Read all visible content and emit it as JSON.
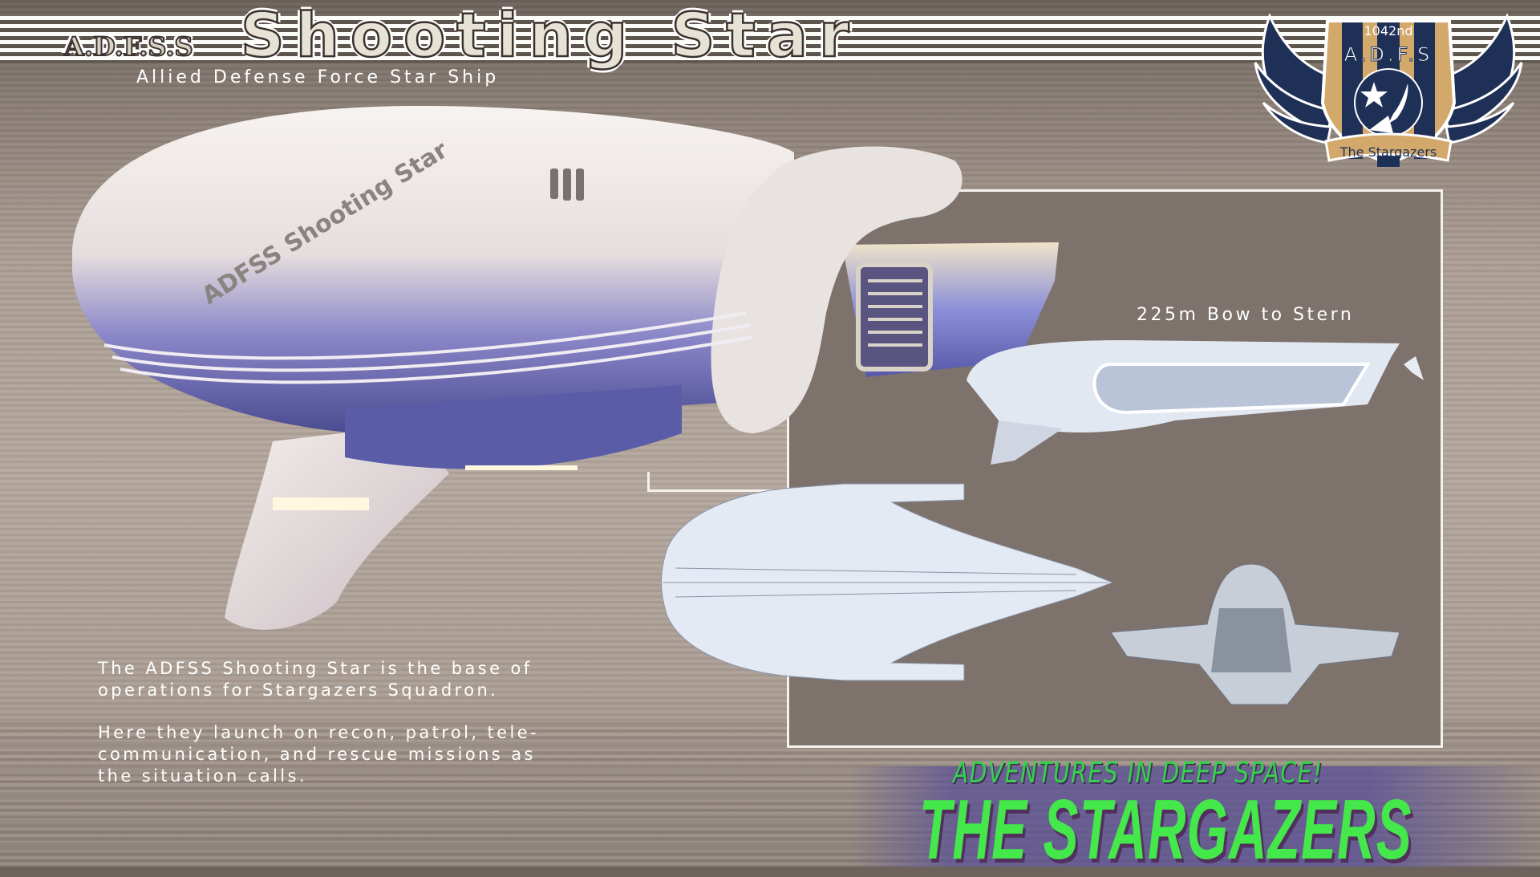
{
  "header": {
    "prefix": "A.D.F.S.S",
    "title": "Shooting Star",
    "subtitle": "Allied Defense Force Star Ship"
  },
  "emblem": {
    "unit": "1042nd",
    "letters": "A.D.F.S",
    "banner": "The Stargazers",
    "colors": {
      "navy": "#1f3057",
      "gold": "#d3a96b"
    }
  },
  "ship": {
    "hull_lettering": "ADFSS Shooting Star"
  },
  "inset": {
    "scale_label": "225m Bow to Stern"
  },
  "description": {
    "paragraph1": [
      "The ADFSS Shooting Star is the base of",
      "operations for Stargazers Squadron."
    ],
    "paragraph2": [
      "Here they launch on recon, patrol, tele-",
      "communication, and rescue missions as",
      "the situation calls."
    ]
  },
  "branding": {
    "tagline": "ADVENTURES IN DEEP SPACE!",
    "series_title": "THE STARGAZERS",
    "accent": "#44e84a"
  }
}
